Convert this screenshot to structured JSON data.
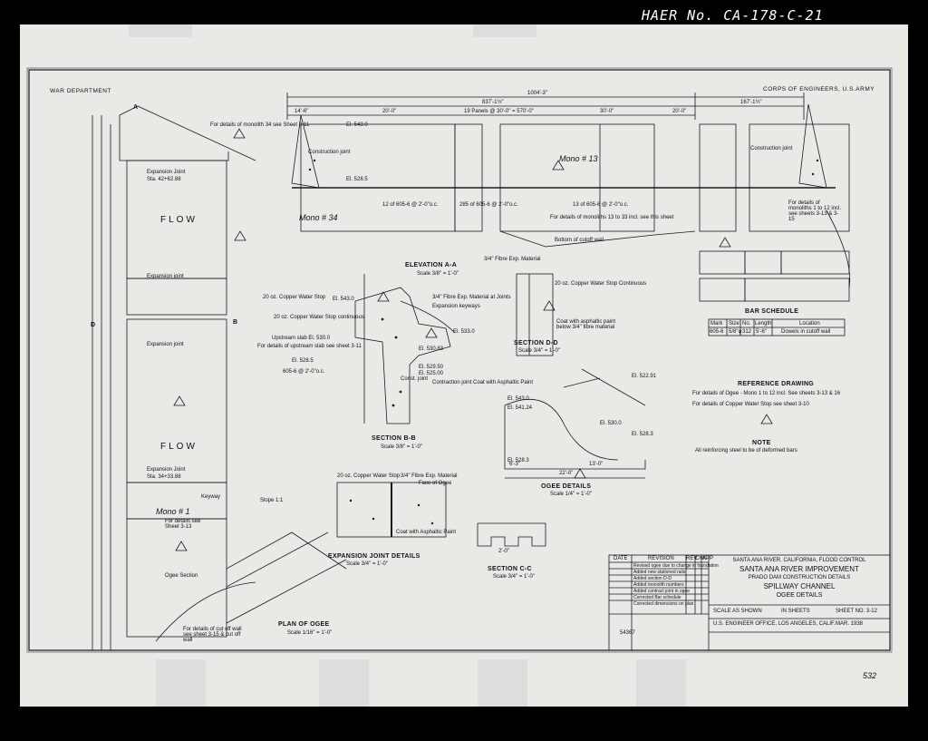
{
  "photo_label": "HAER No. CA-178-C-21",
  "header": {
    "left": "WAR DEPARTMENT",
    "right": "CORPS OF ENGINEERS, U.S.ARMY"
  },
  "top_dims": {
    "total": "1004'-3\"",
    "seg_a": "837'-1½\"",
    "seg_b": "167'-1½\"",
    "d1": "14'-6\"",
    "d2": "20'-0\"",
    "panels": "19 Panels @ 30'-0\" = 570'-0\"",
    "d3": "30'-0\"",
    "d4": "20'-0\""
  },
  "elevation": {
    "monolith_note": "For details of monolith 34 see Sheet 3-11",
    "construction_joint": "Construction joint",
    "construction_joint_2": "Construction joint",
    "el_top": "El. 543.0",
    "el_mid": "El. 528.5",
    "mono_34": "Mono # 34",
    "mono_13": "Mono # 13",
    "rebar_1": "12 of 605-6 @ 2'-0\"o.c.",
    "rebar_2": "285 of 605-6 @ 2'-0\"o.c.",
    "rebar_3": "13 of 605-6 @ 2'-0\"o.c.",
    "mono_note": "For details of monoliths 13 to 33 incl. see this sheet",
    "mono_note_right": "For details of monoliths 1 to 12 incl. see sheets 3-13 & 3-15",
    "cutoff": "Bottom of cutoff wall"
  },
  "plan": {
    "flow_1": "FLOW",
    "flow_2": "FLOW",
    "expansion_joint_1": "Expansion Joint",
    "station_1": "Sta. 42+62.88",
    "expansion_joint_2": "Expansion joint",
    "expansion_joint_3": "Expansion joint",
    "expansion_joint_4": "Expansion Joint",
    "station_2": "Sta. 34+33.88",
    "keyway": "Keyway",
    "mono_1": "Mono # 1",
    "mono_1_note": "For details see Sheet 3-13",
    "ogee_section": "Ogee Section",
    "plan_ogee": "PLAN OF OGEE",
    "plan_ogee_scale": "Scale 1/16\" = 1'-0\"",
    "slope": "Slope 1:1",
    "cut_note": "For details of cut off wall see sheet 3-15 & cut off wall",
    "sec_a": "A",
    "sec_b": "B",
    "sec_d": "D",
    "sec_b2": "B"
  },
  "elevation_aa": {
    "title": "ELEVATION A-A",
    "scale": "Scale 3/8\" = 1'-0\""
  },
  "section_bb": {
    "title": "SECTION B-B",
    "scale": "Scale 3/8\" = 1'-0\"",
    "n1": "20 oz. Copper Water Stop",
    "n2": "20 oz. Copper Water Stop continuous",
    "n3": "Upstream slab El. 530.0",
    "n4": "For details of upstream slab see sheet 3-11",
    "n5": "El. 528.5",
    "n6": "605-6 @ 2'-0\"o.c.",
    "n7": "3/4\" Fibre Exp. Material at Joints",
    "n8": "Expansion keyways",
    "n9": "Contraction joint Coat with Asphaltic Paint",
    "n10": "Const. joint",
    "n11": "El. 543.0",
    "n12": "El. 533.0",
    "n13": "El. 529.50",
    "n14": "El. 525.00",
    "n15": "El. 530.83"
  },
  "section_dd": {
    "title": "SECTION D-D",
    "scale": "Scale 3/4\" = 1'-0\"",
    "n1": "3/4\" Fibre Exp. Material",
    "n2": "20 oz. Copper Water Stop Continuous",
    "n3": "Coat with asphaltic paint below 3/4\" fibre material"
  },
  "ogee": {
    "title": "OGEE DETAILS",
    "scale": "Scale 1/4\" = 1'-0\"",
    "d1": "6'-3\"",
    "d2": "13'-0\"",
    "d3": "22'-0\"",
    "e1": "El. 543.0",
    "e2": "El. 541.24",
    "e3": "El. 528.3",
    "e4": "El. 528.3",
    "e5": "El. 522.91",
    "e6": "El. 530.0"
  },
  "expansion_details": {
    "title": "EXPANSION JOINT DETAILS",
    "scale": "Scale 3/4\" = 1'-0\"",
    "n1": "20 oz. Copper Water Stop",
    "n2": "3/4\" Fibre Exp. Material",
    "n3": "Face of Ogee",
    "n4": "Coat with Asphaltic Paint"
  },
  "section_cc": {
    "title": "SECTION C-C",
    "scale": "Scale 3/4\" = 1'-0\"",
    "d": "2'-0\""
  },
  "bar_schedule": {
    "title": "BAR SCHEDULE",
    "headers": [
      "Mark",
      "Size",
      "No.",
      "Length",
      "Location"
    ],
    "rows": [
      [
        "605-6",
        "5/8\"φ",
        "312",
        "5'-6\"",
        "Dowels in cutoff wall"
      ]
    ]
  },
  "reference": {
    "title": "REFERENCE DRAWING",
    "l1": "For details of Ogee - Mono 1 to 12 incl. See sheets 3-13 & 16",
    "l2": "For details of Copper Water Stop see sheet 3-10"
  },
  "note": {
    "title": "NOTE",
    "text": "All reinforcing steel to be of deformed bars"
  },
  "revisions": {
    "headers": [
      "DATE",
      "REVISION",
      "REV",
      "CHK",
      "APP"
    ],
    "rows": [
      "Revised ogee due to change in foundation",
      "Added new stationed rails",
      "Added section D-D",
      "Added monolith numbers",
      "Added contract joint in ogee",
      "Corrected Bar schedule",
      "Corrected dimensions on plan"
    ]
  },
  "title_block": {
    "l1": "SANTA ANA RIVER, CALIFORNIA, FLOOD CONTROL",
    "l2": "SANTA ANA RIVER IMPROVEMENT",
    "l3": "PRADO DAM CONSTRUCTION DETAILS",
    "l4": "SPILLWAY CHANNEL",
    "l5": "OGEE DETAILS",
    "scale": "SCALE AS SHOWN",
    "sheets": "IN SHEETS",
    "sheet_no": "SHEET NO. 3-12",
    "office": "U.S. ENGINEER OFFICE, LOS ANGELES, CALIF.",
    "date": "MAR. 1938",
    "file": "54367"
  },
  "margin_number": "532",
  "colors": {
    "paper": "#e9e9e6",
    "ink": "#1a1a1a",
    "frame": "#000000"
  }
}
